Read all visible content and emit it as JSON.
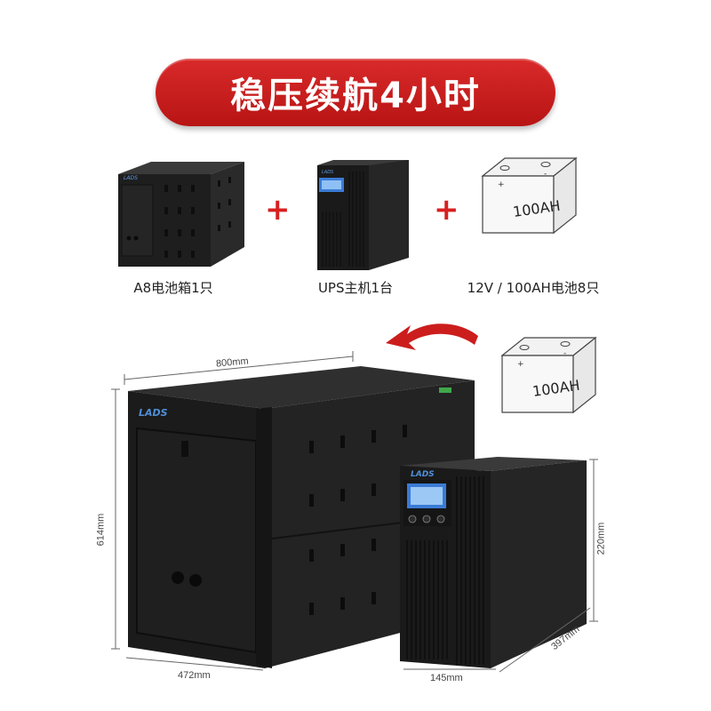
{
  "banner": {
    "title": "稳压续航4小时"
  },
  "components": {
    "battery_box": {
      "caption": "A8电池箱1只"
    },
    "ups_host": {
      "caption": "UPS主机1台"
    },
    "battery": {
      "caption": "12V / 100AH电池8只",
      "label": "100AH"
    }
  },
  "product": {
    "brand": "LADS",
    "battery_label": "100AH",
    "dimensions": {
      "box_width": "800mm",
      "box_depth": "472mm",
      "box_height": "614mm",
      "ups_width": "145mm",
      "ups_depth": "397mm",
      "ups_height": "220mm"
    }
  },
  "colors": {
    "accent": "#c41e1e",
    "device": "#1c1c1c",
    "screen": "#3a7bd5"
  }
}
